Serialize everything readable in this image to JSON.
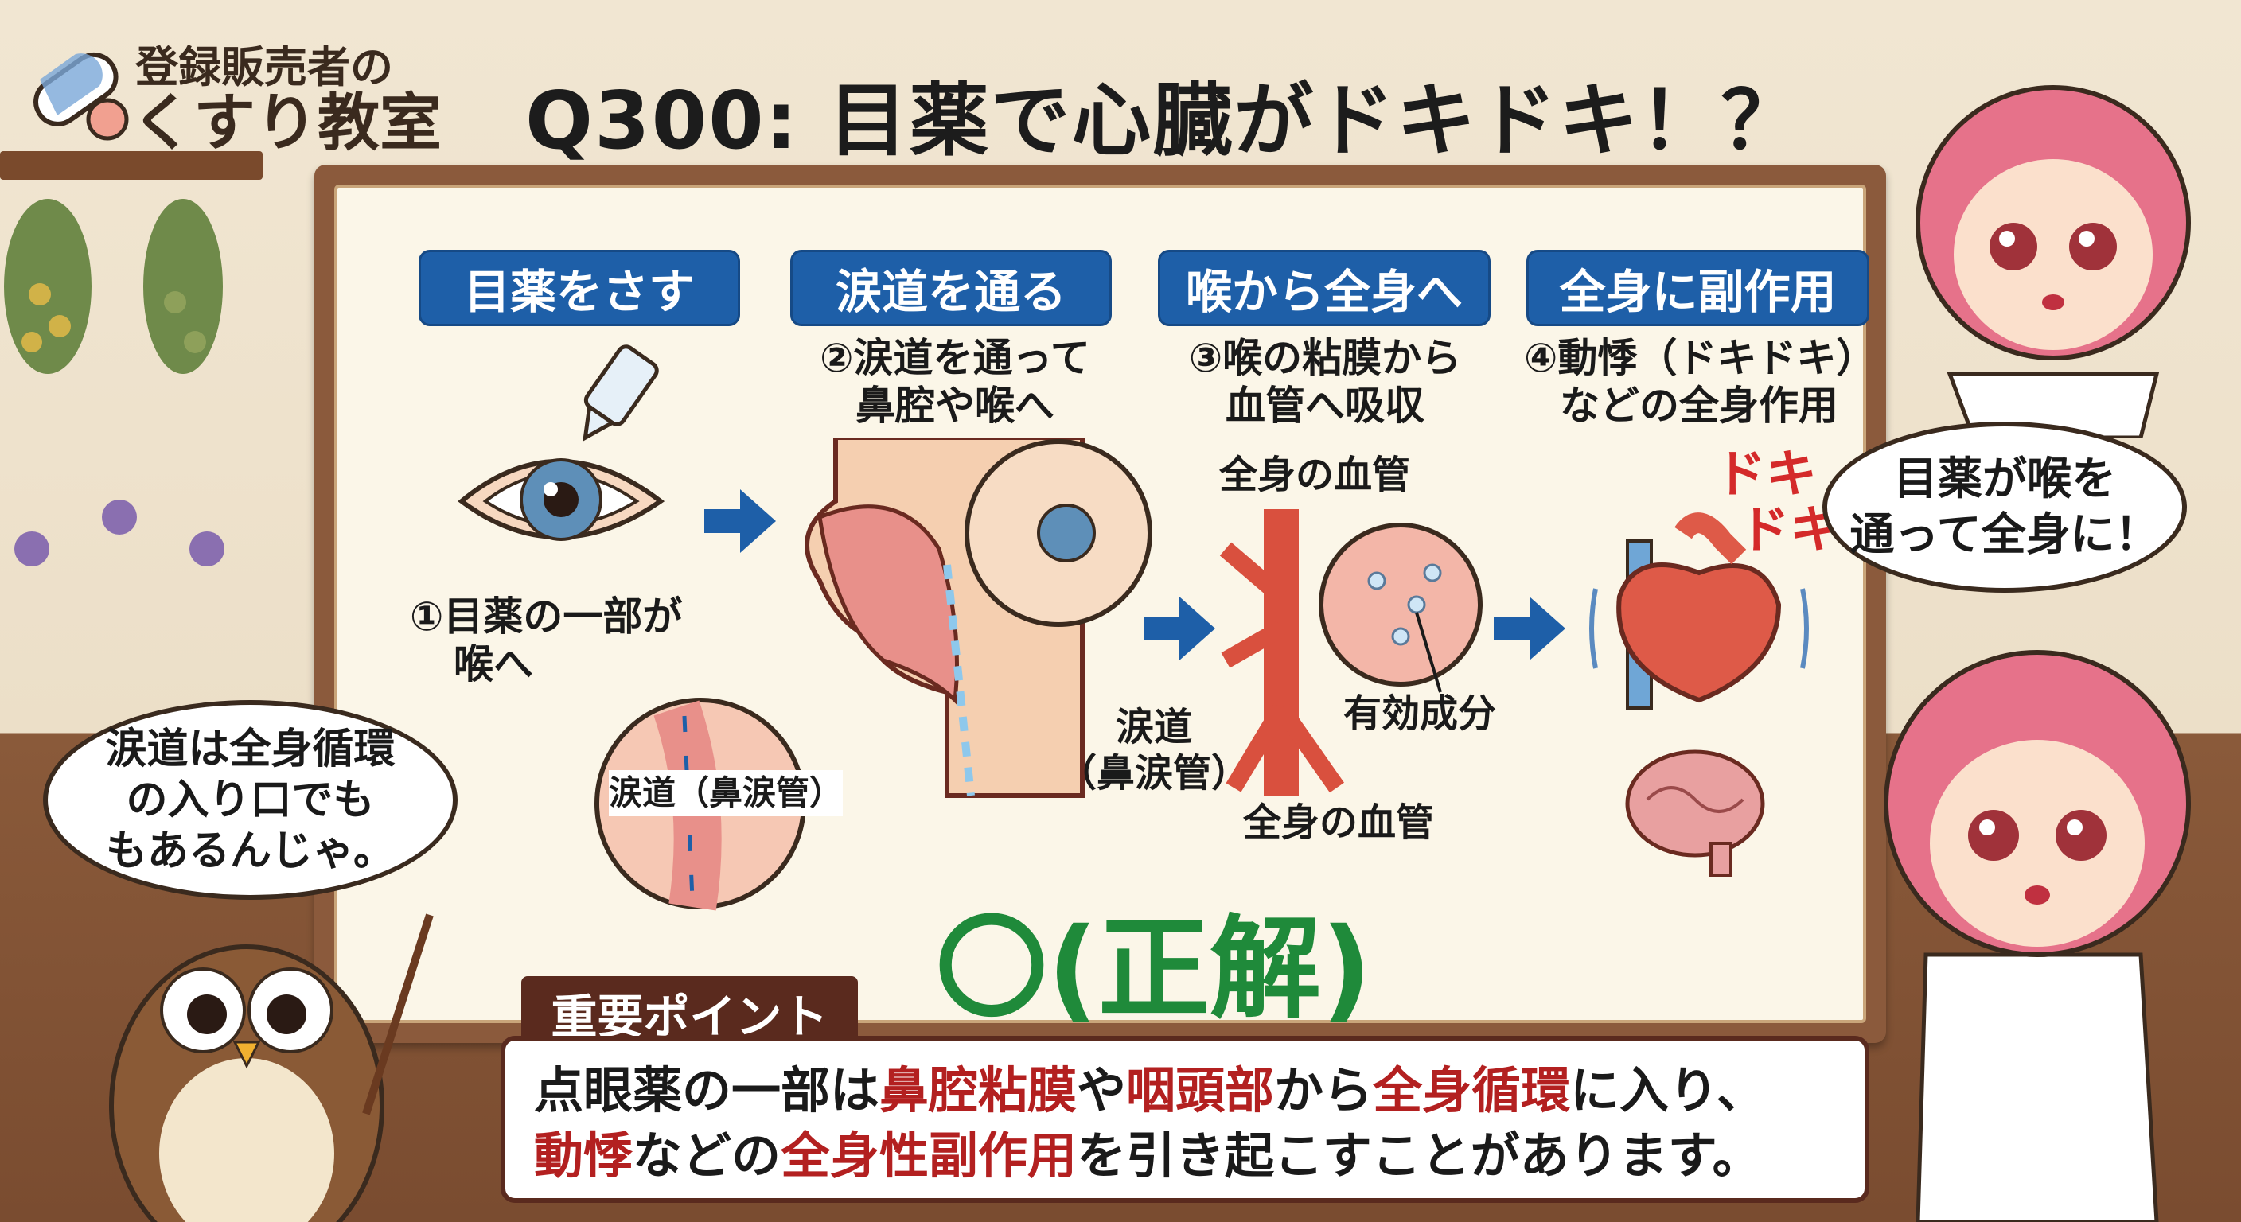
{
  "logo": {
    "line1": "登録販売者の",
    "line2": "くすり教室",
    "icon": "pill-capsule-icon"
  },
  "title": "Q300: 目薬で心臓がドキドキ！？",
  "steps": [
    {
      "header": "目薬をさす",
      "desc": [
        "①目薬の一部が",
        "喉へ"
      ]
    },
    {
      "header": "涙道を通る",
      "desc": [
        "②涙道を通って",
        "鼻腔や喉へ"
      ]
    },
    {
      "header": "喉から全身へ",
      "desc": [
        "③喉の粘膜から",
        "血管へ吸収"
      ]
    },
    {
      "header": "全身に副作用",
      "desc": [
        "④動悸（ドキドキ）",
        "などの全身作用"
      ]
    }
  ],
  "labels": {
    "nasolacrimal_right": [
      "涙道",
      "（鼻涙管）"
    ],
    "nasolacrimal_circle": "涙道（鼻涙管）",
    "vessels_top": "全身の血管",
    "vessels_bottom": "全身の血管",
    "active_ingredient": "有効成分",
    "doki1": "ドキ",
    "doki2": "ドキ"
  },
  "answer": "〇(正解)",
  "key_point": {
    "label": "重要ポイント",
    "line1": [
      {
        "t": "点眼薬の一部は",
        "hl": false
      },
      {
        "t": "鼻腔粘膜",
        "hl": true
      },
      {
        "t": "や",
        "hl": false
      },
      {
        "t": "咽頭部",
        "hl": true
      },
      {
        "t": "から",
        "hl": false
      },
      {
        "t": "全身循環",
        "hl": true
      },
      {
        "t": "に入り、",
        "hl": false
      }
    ],
    "line2": [
      {
        "t": "動悸",
        "hl": true
      },
      {
        "t": "などの",
        "hl": false
      },
      {
        "t": "全身性副作用",
        "hl": true
      },
      {
        "t": "を引き起こすことがあります。",
        "hl": false
      }
    ]
  },
  "owl_bubble": [
    "涙道は全身循環",
    "の入り口でも",
    "もあるんじゃ。"
  ],
  "girl_bubble": [
    "目薬が喉を",
    "通って全身に！"
  ],
  "colors": {
    "step_header": "#1e5fa8",
    "highlight": "#b32020",
    "answer": "#1f8a3a",
    "point_label": "#5a2a1e"
  }
}
